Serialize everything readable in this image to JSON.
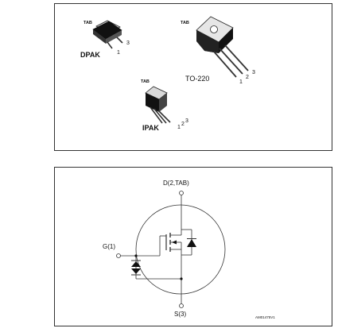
{
  "packages": {
    "dpak": {
      "name": "DPAK",
      "tab": "TAB",
      "pins": [
        "1",
        "3"
      ]
    },
    "to220": {
      "name": "TO-220",
      "tab": "TAB",
      "pins": [
        "1",
        "2",
        "3"
      ]
    },
    "ipak": {
      "name": "IPAK",
      "tab": "TAB",
      "pins": [
        "1",
        "2",
        "3"
      ]
    }
  },
  "schematic": {
    "drain": "D(2,TAB)",
    "gate": "G(1)",
    "source": "S(3)",
    "code": "AM01475V1"
  }
}
